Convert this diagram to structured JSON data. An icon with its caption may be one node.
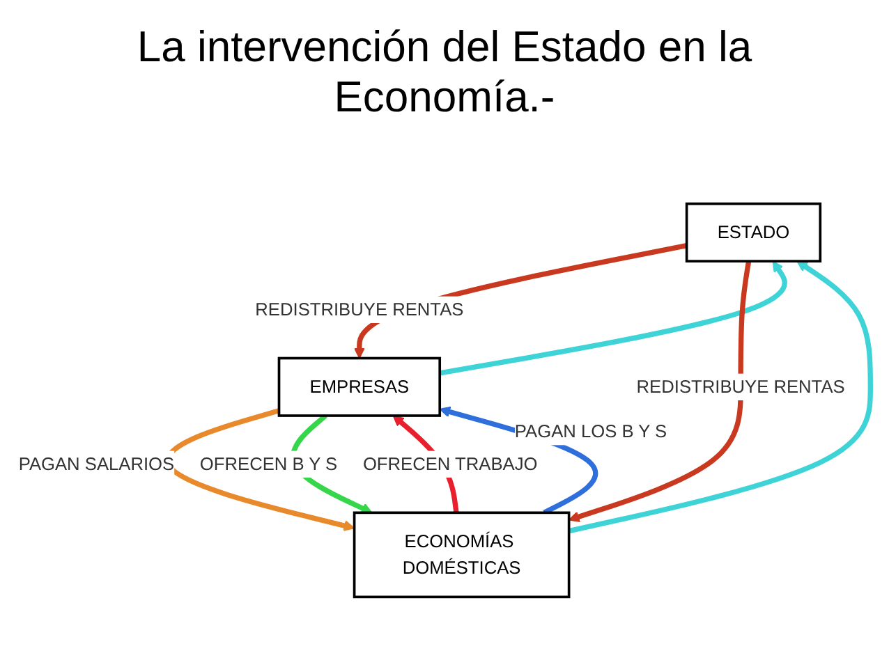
{
  "diagram": {
    "title": "La intervención del Estado en la Economía.-",
    "nodes": [
      {
        "text": [
          "ESTADO"
        ]
      },
      {
        "text": [
          "EMPRESAS"
        ]
      },
      {
        "text": [
          "ECONOMÍAS DOMÉSTICAS"
        ]
      }
    ],
    "edges": [
      {
        "from": 0,
        "to": 1,
        "arrow": "to",
        "label": "REDISTRIBUYE RENTAS",
        "color": "#c8391f"
      },
      {
        "from": 1,
        "to": 0,
        "arrow": "to",
        "color": "#3ed3d6"
      },
      {
        "from": 0,
        "to": 2,
        "arrow": "to",
        "label": "REDISTRIBUYE RENTAS",
        "color": "#c8391f"
      },
      {
        "from": 2,
        "to": 0,
        "arrow": "to",
        "color": "#3ed3d6"
      },
      {
        "from": 2,
        "to": 1,
        "arrow": "to",
        "label": "OFRECEN TRABAJO",
        "color": "#e8202e"
      },
      {
        "from": 1,
        "to": 2,
        "arrow": "to",
        "label": "PAGAN SALARIOS",
        "color": "#e8892c"
      },
      {
        "from": 1,
        "to": 2,
        "arrow": "to",
        "label": "OFRECEN B Y S",
        "color": "#35d64a"
      },
      {
        "from": 2,
        "to": 1,
        "arrow": "to",
        "label": "PAGAN LOS B Y S",
        "color": "#2f6fdc"
      }
    ]
  }
}
